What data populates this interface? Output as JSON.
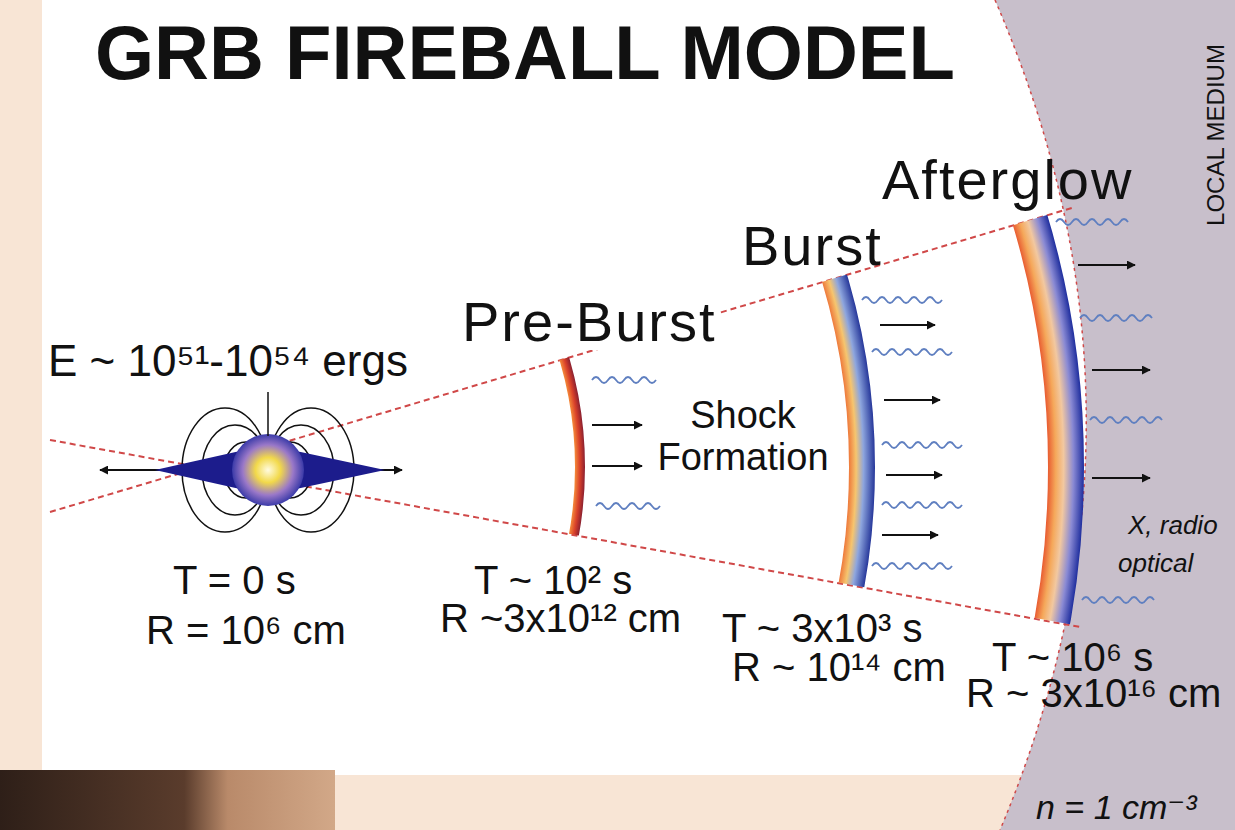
{
  "diagram": {
    "title": "GRB FIREBALL MODEL",
    "labels": [
      "E ~ 10⁵¹-10⁵⁴ ergs",
      "T = 0 s",
      "R = 10⁶ cm",
      "Pre-Burst",
      "T ~ 10² s",
      "R ~3x10¹² cm",
      "Burst",
      "Shock Formation",
      "T ~ 3x10³ s",
      "R ~ 10¹⁴ cm",
      "Afterglow",
      "T ~ 10⁶ s",
      "R ~ 3x10¹⁶ cm",
      "X, radio",
      "optical",
      "LOCAL MEDIUM",
      "n = 1 cm⁻³"
    ]
  }
}
